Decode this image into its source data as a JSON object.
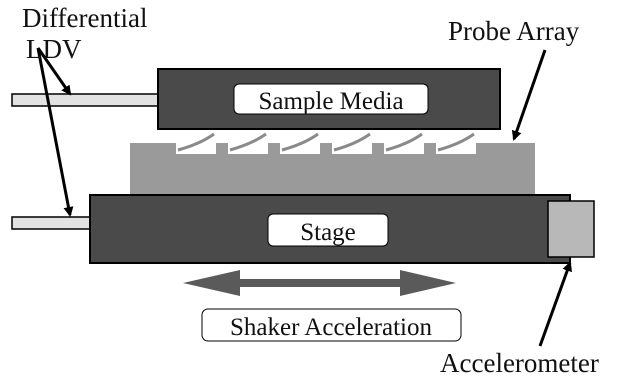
{
  "labels": {
    "differential_line1": "Differential",
    "differential_line2": "LDV",
    "probe_array": "Probe Array",
    "sample_media": "Sample Media",
    "stage": "Stage",
    "shaker_acceleration": "Shaker Acceleration",
    "accelerometer": "Accelerometer"
  },
  "colors": {
    "dark_block": "#4a4a4a",
    "probe_array": "#9a9a9a",
    "accelerometer": "#b8b8b8",
    "beam": "#e2e2e2",
    "arrow": "#5a5a5a",
    "ink": "#000000",
    "label_box": "#ffffff"
  }
}
